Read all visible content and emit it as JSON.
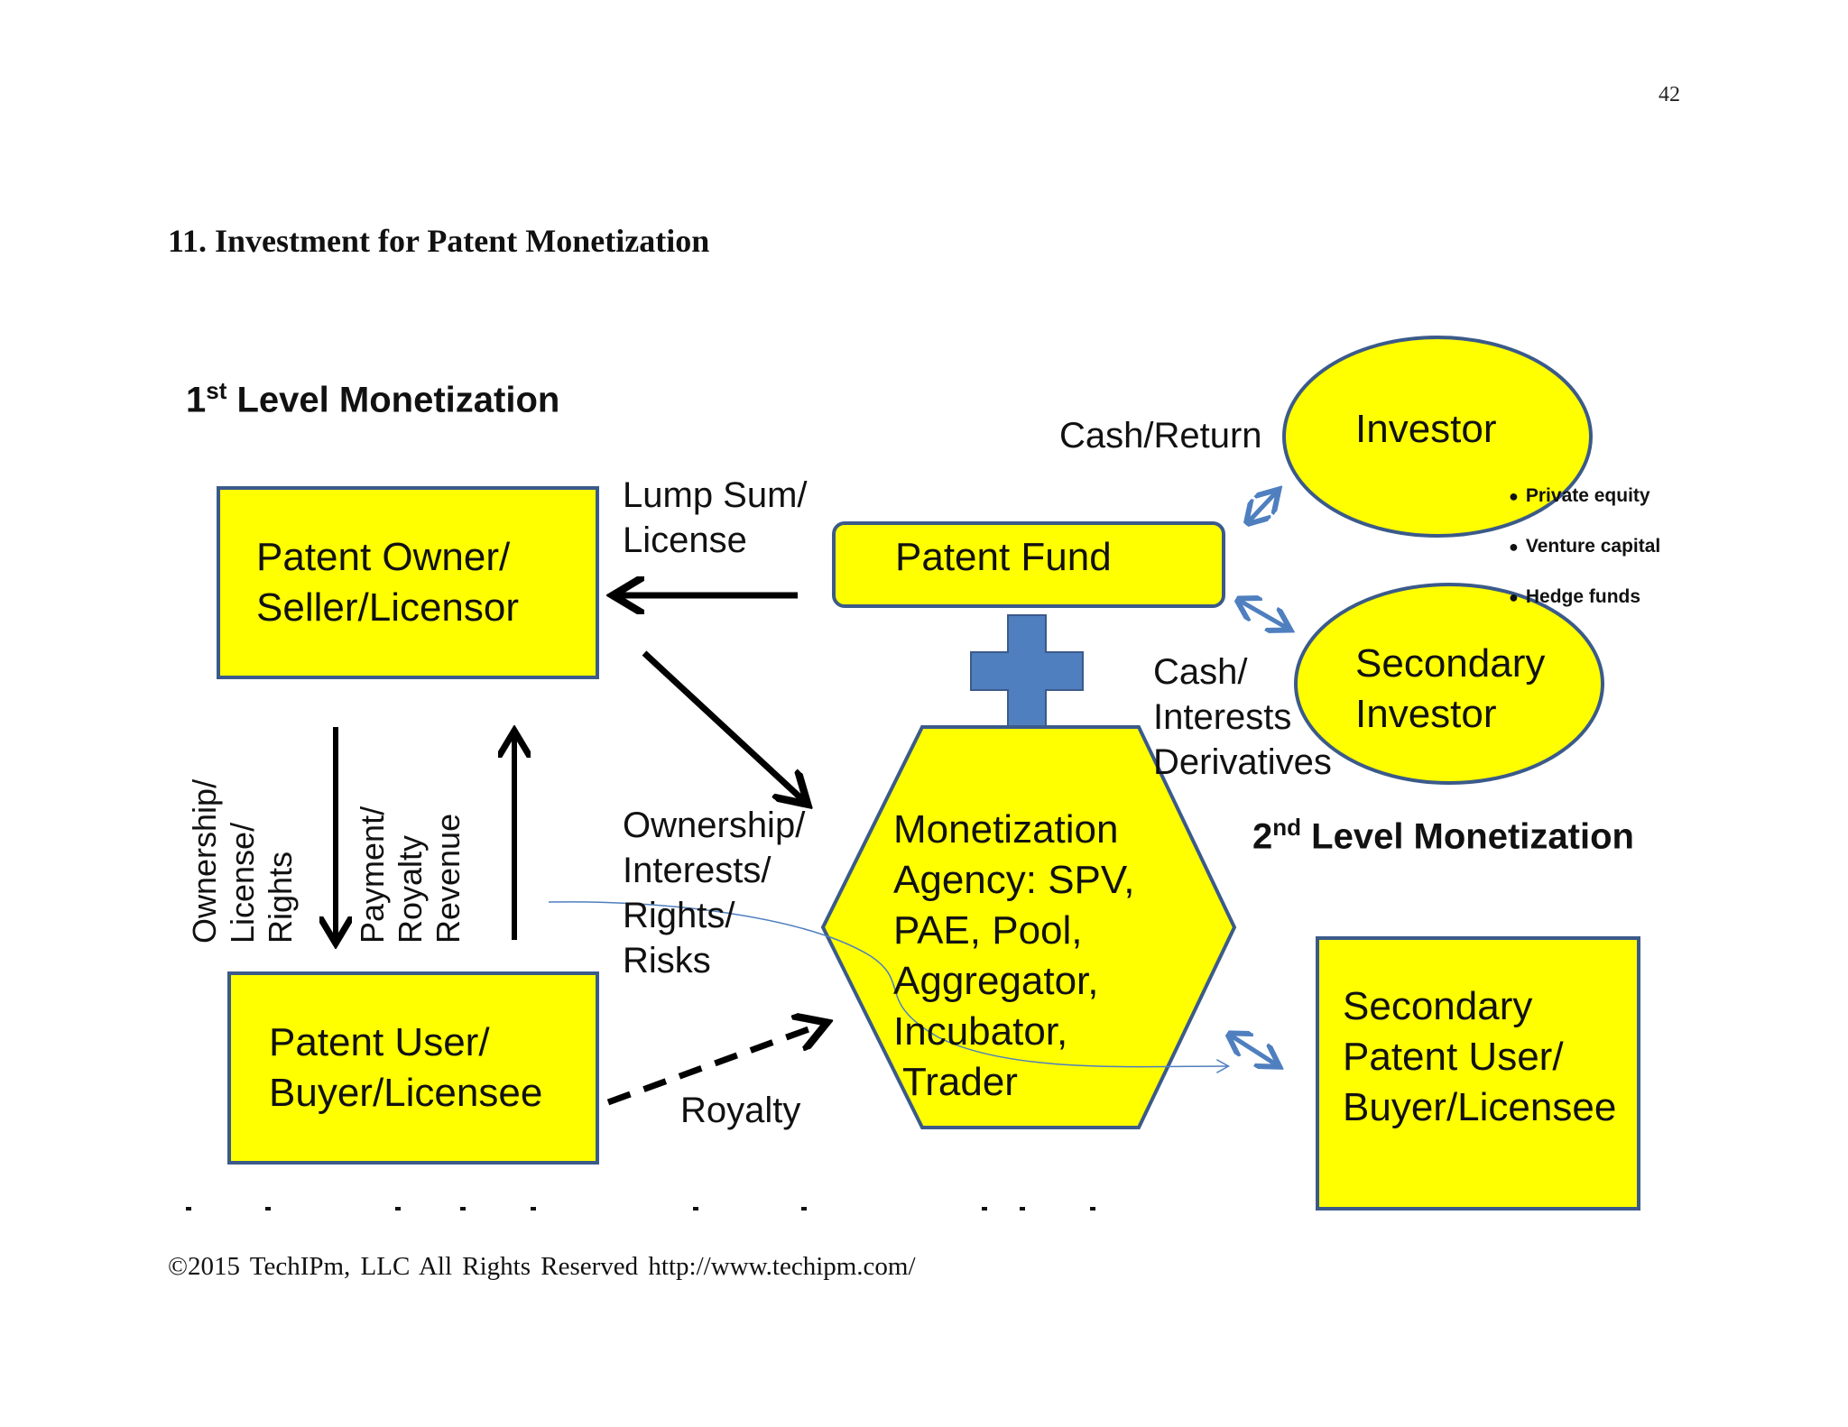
{
  "page": {
    "number": "42",
    "section_title": "11. Investment for Patent Monetization",
    "footer": "©2015 TechIPm, LLC All Rights Reserved http://www.techipm.com/"
  },
  "diagram": {
    "level1_title": "Level Monetization",
    "level1_prefix": "1",
    "level1_sup": "st",
    "level2_title": "Level Monetization",
    "level2_prefix": "2",
    "level2_sup": "nd",
    "patent_owner": {
      "line1": "Patent Owner/",
      "line2": "Seller/Licensor"
    },
    "patent_user": {
      "line1": "Patent User/",
      "line2": "Buyer/Licensee"
    },
    "patent_fund": "Patent Fund",
    "agency": {
      "lines": [
        "Monetization",
        "Agency: SPV,",
        "PAE, Pool,",
        "Aggregator,",
        "Incubator,",
        "Trader"
      ]
    },
    "investor": "Investor",
    "secondary_investor": {
      "line1": "Secondary",
      "line2": "Investor"
    },
    "secondary_user": {
      "line1": "Secondary",
      "line2": "Patent User/",
      "line3": "Buyer/Licensee"
    },
    "investor_types": [
      "Private equity",
      "Venture capital",
      "Hedge funds"
    ],
    "labels": {
      "lump_sum": {
        "line1": "Lump Sum/",
        "line2": "License"
      },
      "cash_return": "Cash/Return",
      "cash_interests": {
        "line1": "Cash/",
        "line2": "Interests",
        "line3": "Derivatives"
      },
      "ownership_rights": {
        "line1": "Ownership/",
        "line2": "Interests/",
        "line3": "Rights/",
        "line4": "Risks"
      },
      "royalty": "Royalty",
      "vertical_left": {
        "line1": "Ownership/",
        "line2": "License/",
        "line3": "Rights"
      },
      "vertical_right": {
        "line1": "Payment/",
        "line2": "Royalty",
        "line3": "Revenue"
      }
    },
    "colors": {
      "fill": "#ffff00",
      "border": "#3b5a8a",
      "plus": "#4f7fbf",
      "arrow_blue": "#4f7fbf"
    }
  }
}
